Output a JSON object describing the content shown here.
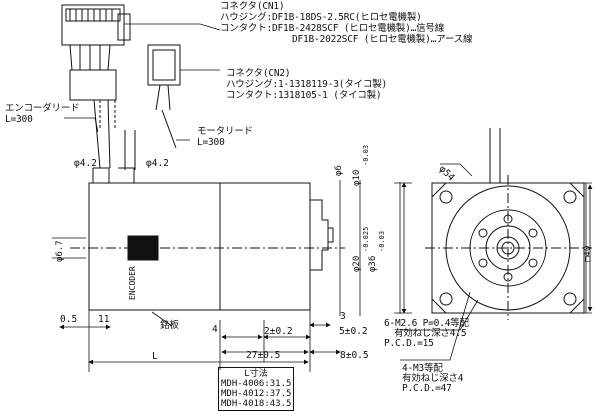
{
  "connector_cn1": {
    "title": "コネクタ(CN1)",
    "housing": "ハウジング:DF1B-18DS-2.5RC(ヒロセ電機製)",
    "contact1": "コンタクト:DF1B-2428SCF (ヒロセ電機製)…信号線",
    "contact2": "DF1B-2022SCF (ヒロセ電機製)…アース線"
  },
  "connector_cn2": {
    "title": "コネクタ(CN2)",
    "housing": "ハウジング:1-1318119-3(タイコ製)",
    "contact": "コンタクト:1318105-1 (タイコ製)"
  },
  "encoder_lead": {
    "label": "エンコーダリード",
    "length": "L=300"
  },
  "motor_lead": {
    "label": "モータリード",
    "length": "L=300"
  },
  "dimensions": {
    "phi42_left": "φ4.2",
    "phi42_right": "φ4.2",
    "phi67": "φ6.7",
    "phi6": "φ6",
    "phi10": "φ10",
    "phi10_tol": "-0.03",
    "phi20": "φ20",
    "phi20_tol": "-0.025",
    "phi36": "φ36",
    "phi36_tol": "-0.03",
    "phi54": "φ54",
    "square40": "□40",
    "d05": "0.5",
    "d11": "11",
    "d4": "4",
    "d2": "2±0.2",
    "d3": "3",
    "d5": "5±0.2",
    "L": "L",
    "d27": "27±0.5",
    "d8": "8±0.5"
  },
  "encoder_text": "ENCODER",
  "nameplate": "銘板",
  "hole_6m": {
    "l1": "6-M2.6 P=0.4等配",
    "l2": "有効ねじ深さ4.5",
    "l3": "P.C.D.=15"
  },
  "hole_4m": {
    "l1": "4-M3等配",
    "l2": "有効ねじ深さ4",
    "l3": "P.C.D.=47"
  },
  "l_table": {
    "title": "L寸法",
    "rows": [
      "MDH-4006:31.5",
      "MDH-4012:37.5",
      "MDH-4018:43.5"
    ]
  }
}
